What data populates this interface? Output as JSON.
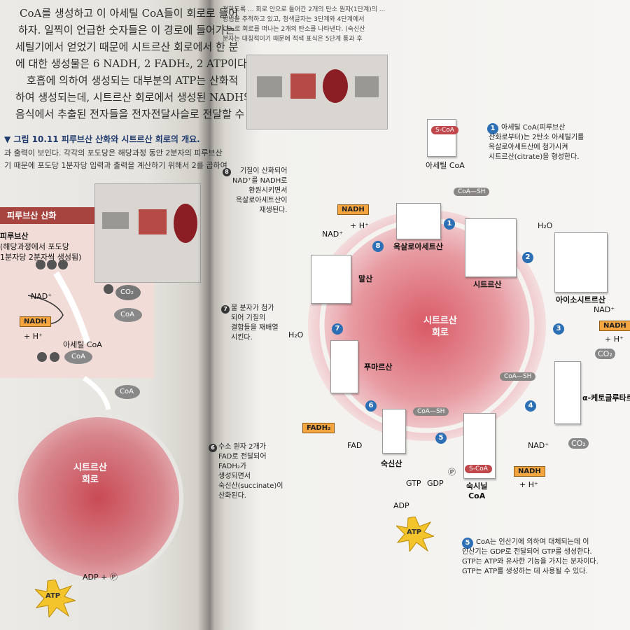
{
  "left_page": {
    "text_lines": [
      "CoA를 생성하고 이 아세틸 CoA들이 회로로 들어",
      "하자. 일찍이 언급한 숫자들은 이 경로에 들어가는",
      "세틸기에서 얻었기 때문에 시트르산 회로에서 한 분",
      "에 대한 생성물은 6 NADH, 2 FADH₂, 2 ATP이다.",
      "호흡에 의하여 생성되는 대부분의 ATP는 산화적",
      "하여 생성되는데, 시트르산 회로에서 생성된 NADH와",
      "음식에서 추출된 전자들을 전자전달사슬로 전달할 수"
    ],
    "figure_title": "▼ 그림 10.11  피루브산 산화와 시트르산 회로의 개요.",
    "figure_caption": [
      "과 출력이 보인다. 각각의 포도당은 해당과정 동안 2분자의 피루브산",
      "기 때문에 포도당 1분자당 입력과 출력을 계산하기 위해서 2를 곱하여"
    ],
    "banner": "피루브산 산화",
    "pyruvate_note": [
      "피루브산",
      "(해당과정에서 포도당",
      "1분자당 2분자씩 생성됨)"
    ],
    "labels": {
      "nad": "NAD⁺",
      "nadh": "NADH",
      "h": "+ H⁺",
      "co2": "CO₂",
      "coa": "CoA",
      "acetyl": "아세틸 CoA",
      "cycle": [
        "시트르산",
        "회로"
      ],
      "adp": "ADP + Ⓟ",
      "atp": "ATP"
    }
  },
  "right_page": {
    "top_text": [
      "정하도록 ... 회로 안으로 들어간 2개의 탄소 원자(1단계)의 ...",
      "방법을 추적하고 있고, 청색글자는 3단계와 4단계에서",
      "CO₂로 회로를 떠나는 2개의 탄소를 나타낸다. (숙신산",
      "분자는 대칭적이기 때문에 적색 표식은 5단계 통과 후"
    ],
    "cycle_title": [
      "시트르산",
      "회로"
    ],
    "molecules": {
      "acetyl_coa": "아세틸 CoA",
      "oxaloacetate": "옥살로아세트산",
      "citrate": "시트르산",
      "isocitrate": "아이소시트르산",
      "ketoglutarate": "α-케토글루타르",
      "succinyl_coa": "숙시닐\nCoA",
      "succinate": "숙신산",
      "fumarate": "푸마르산",
      "malate": "말산"
    },
    "chips": {
      "nadh": "NADH",
      "fadh2": "FADH₂",
      "coa_sh": "CoA—SH",
      "s_coa": "S-CoA"
    },
    "small_labels": {
      "nad": "NAD⁺",
      "h": "+ H⁺",
      "h2o": "H₂O",
      "co2": "CO₂",
      "fad": "FAD",
      "gtp": "GTP",
      "gdp": "GDP",
      "adp": "ADP",
      "atp": "ATP",
      "pi": "Ⓟ"
    },
    "steps": [
      "1",
      "2",
      "3",
      "4",
      "5",
      "6",
      "7",
      "8"
    ],
    "callouts": {
      "step1": "아세틸 CoA(피루브산\n산화로부터)는 2탄소 아세틸기를\n옥살로아세트산에 첨가시켜\n시트르산(citrate)을 형성한다.",
      "step8": "기질이 산화되어\nNAD⁺를 NADH로\n환원시키면서\n옥살로아세트산이\n재생된다.",
      "step7": "물 분자가 첨가\n되어 기질의\n결합들을 재배열\n시킨다.",
      "step6": "수소 원자 2개가\nFAD로 전달되어\nFADH₂가\n생성되면서\n숙신산(succinate)이\n산화된다.",
      "step5": "CoA는 인산기에 의하여 대체되는데 이\n인산기는 GDP로 전달되어 GTP를 생성한다.\nGTP는 ATP와 유사한 기능을 가지는 분자이다.\nGTP는 ATP를 생성하는 데 사용될 수 있다."
    }
  },
  "colors": {
    "cycle": "#c94a55",
    "accent": "#2d6fb5",
    "nadh": "#f5a540",
    "banner": "#a8443f"
  }
}
